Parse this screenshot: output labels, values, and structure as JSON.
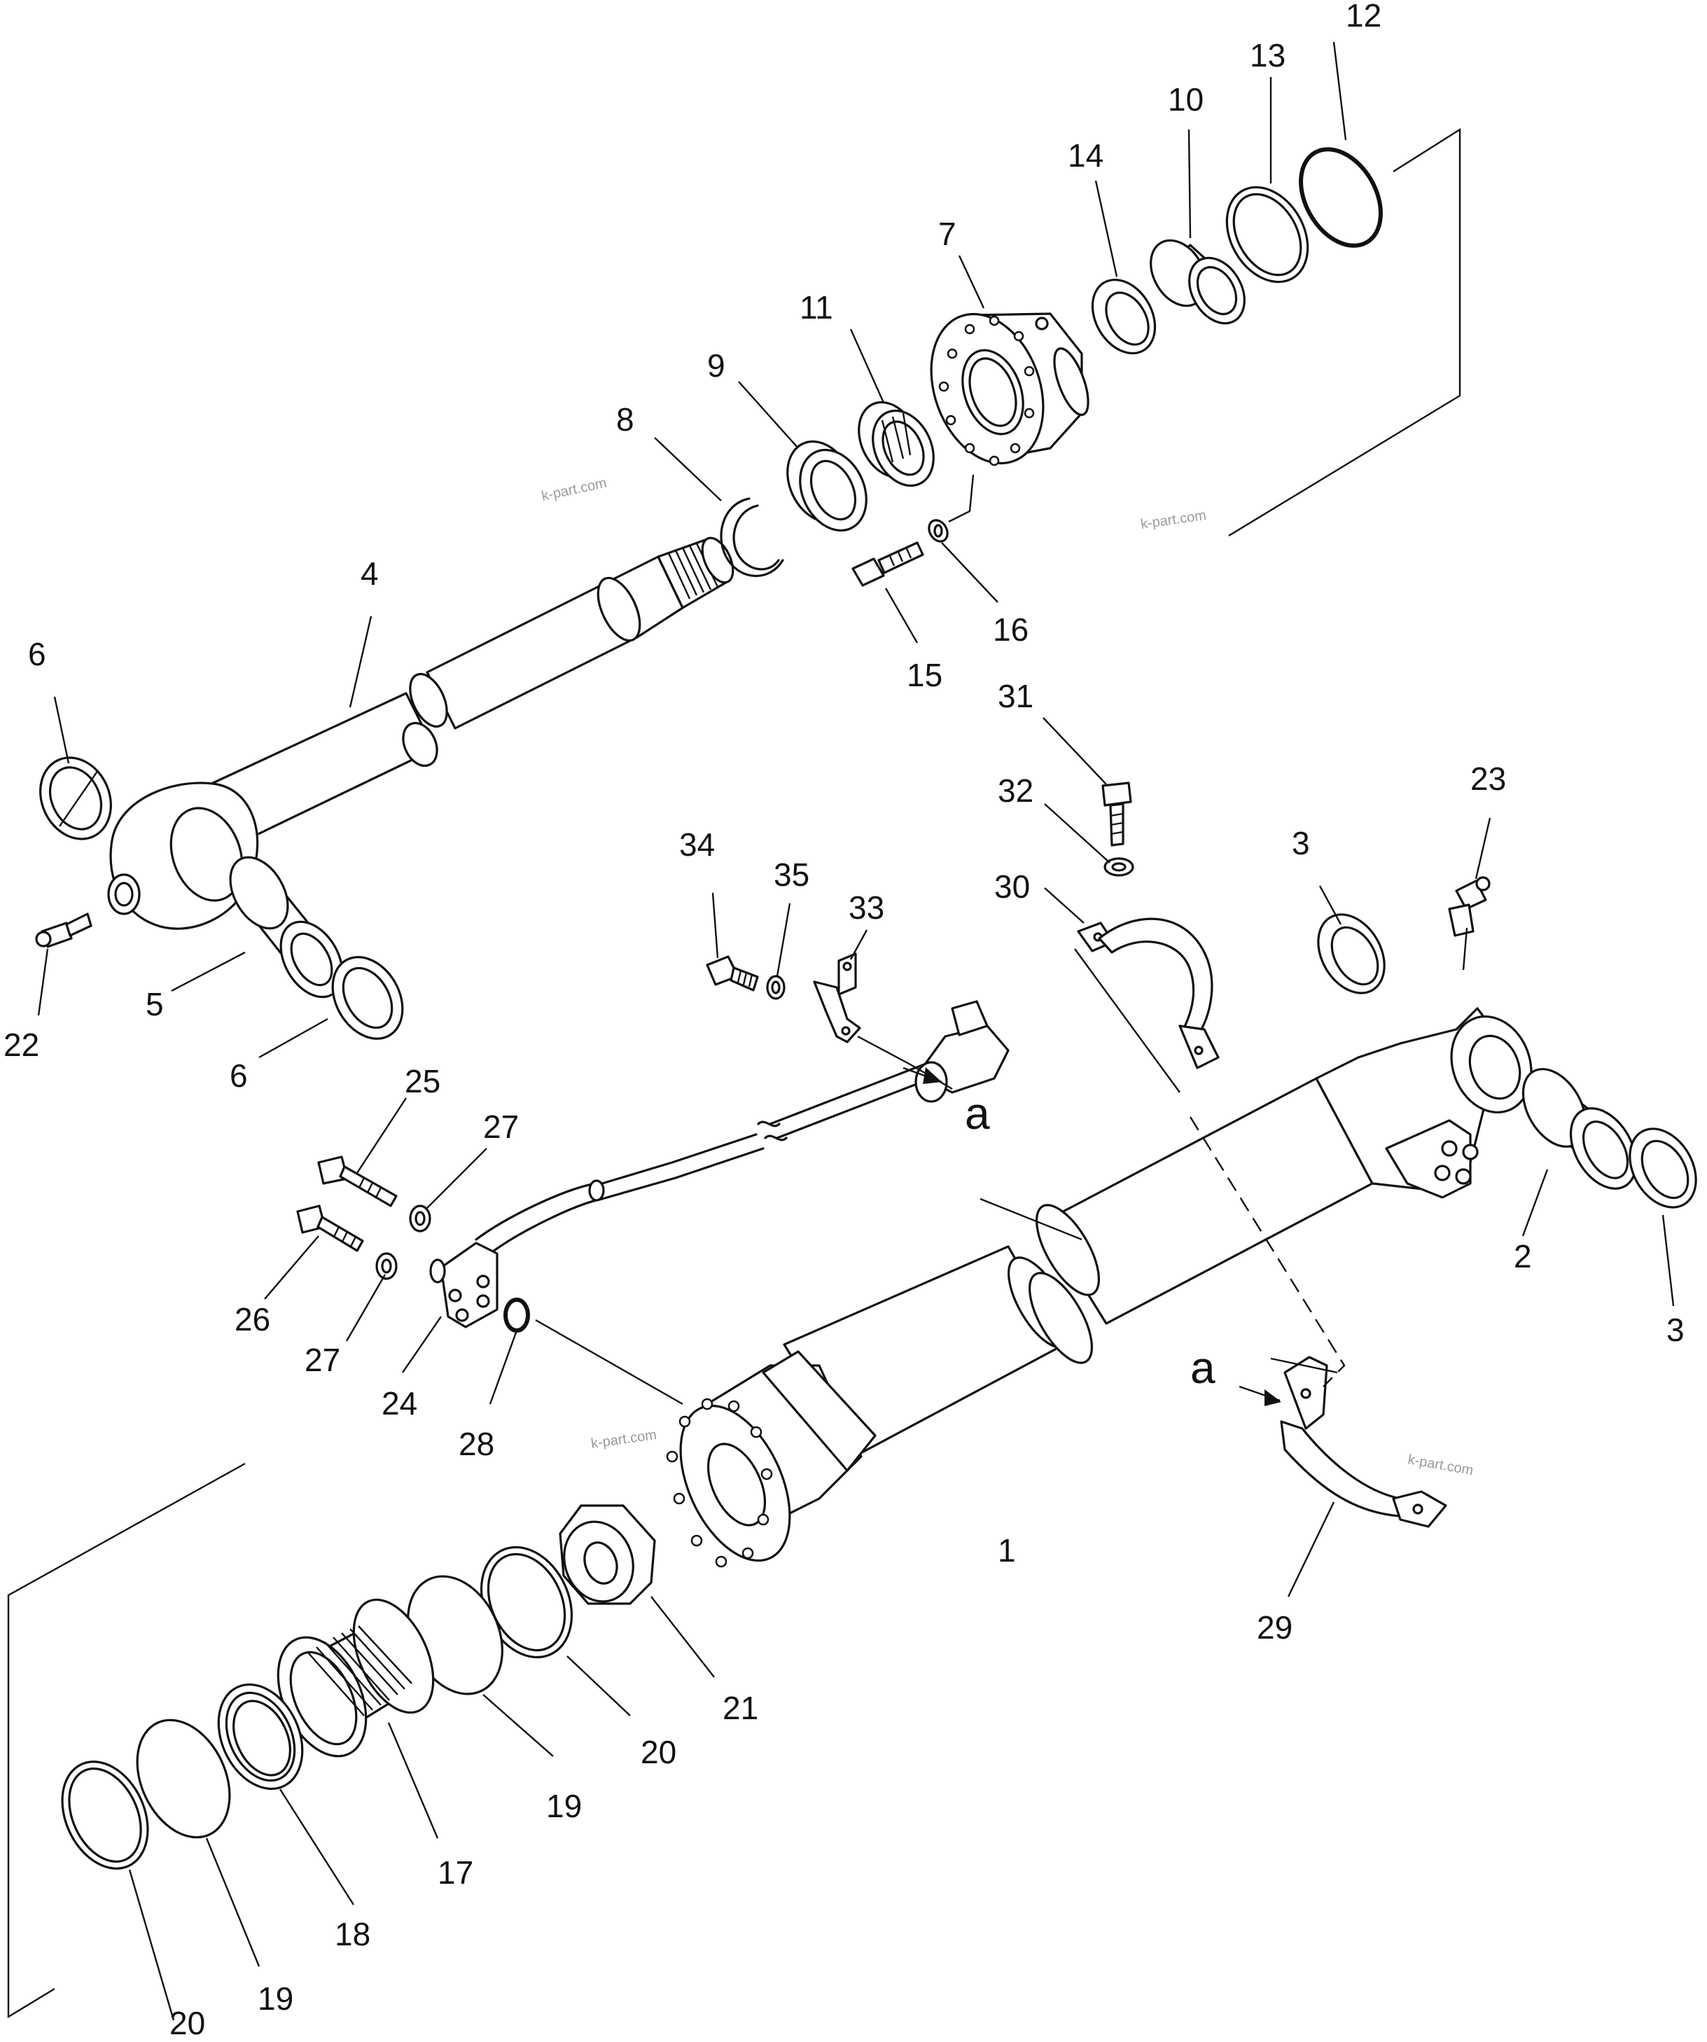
{
  "watermark": "k-part.com",
  "callouts": [
    "1",
    "2",
    "3",
    "3",
    "4",
    "5",
    "6",
    "6",
    "7",
    "8",
    "9",
    "10",
    "11",
    "12",
    "13",
    "14",
    "15",
    "16",
    "17",
    "18",
    "19",
    "19",
    "20",
    "20",
    "21",
    "22",
    "23",
    "24",
    "25",
    "26",
    "27",
    "27",
    "28",
    "29",
    "30",
    "31",
    "32",
    "33",
    "34",
    "35"
  ],
  "view_markers": [
    "a",
    "a"
  ]
}
